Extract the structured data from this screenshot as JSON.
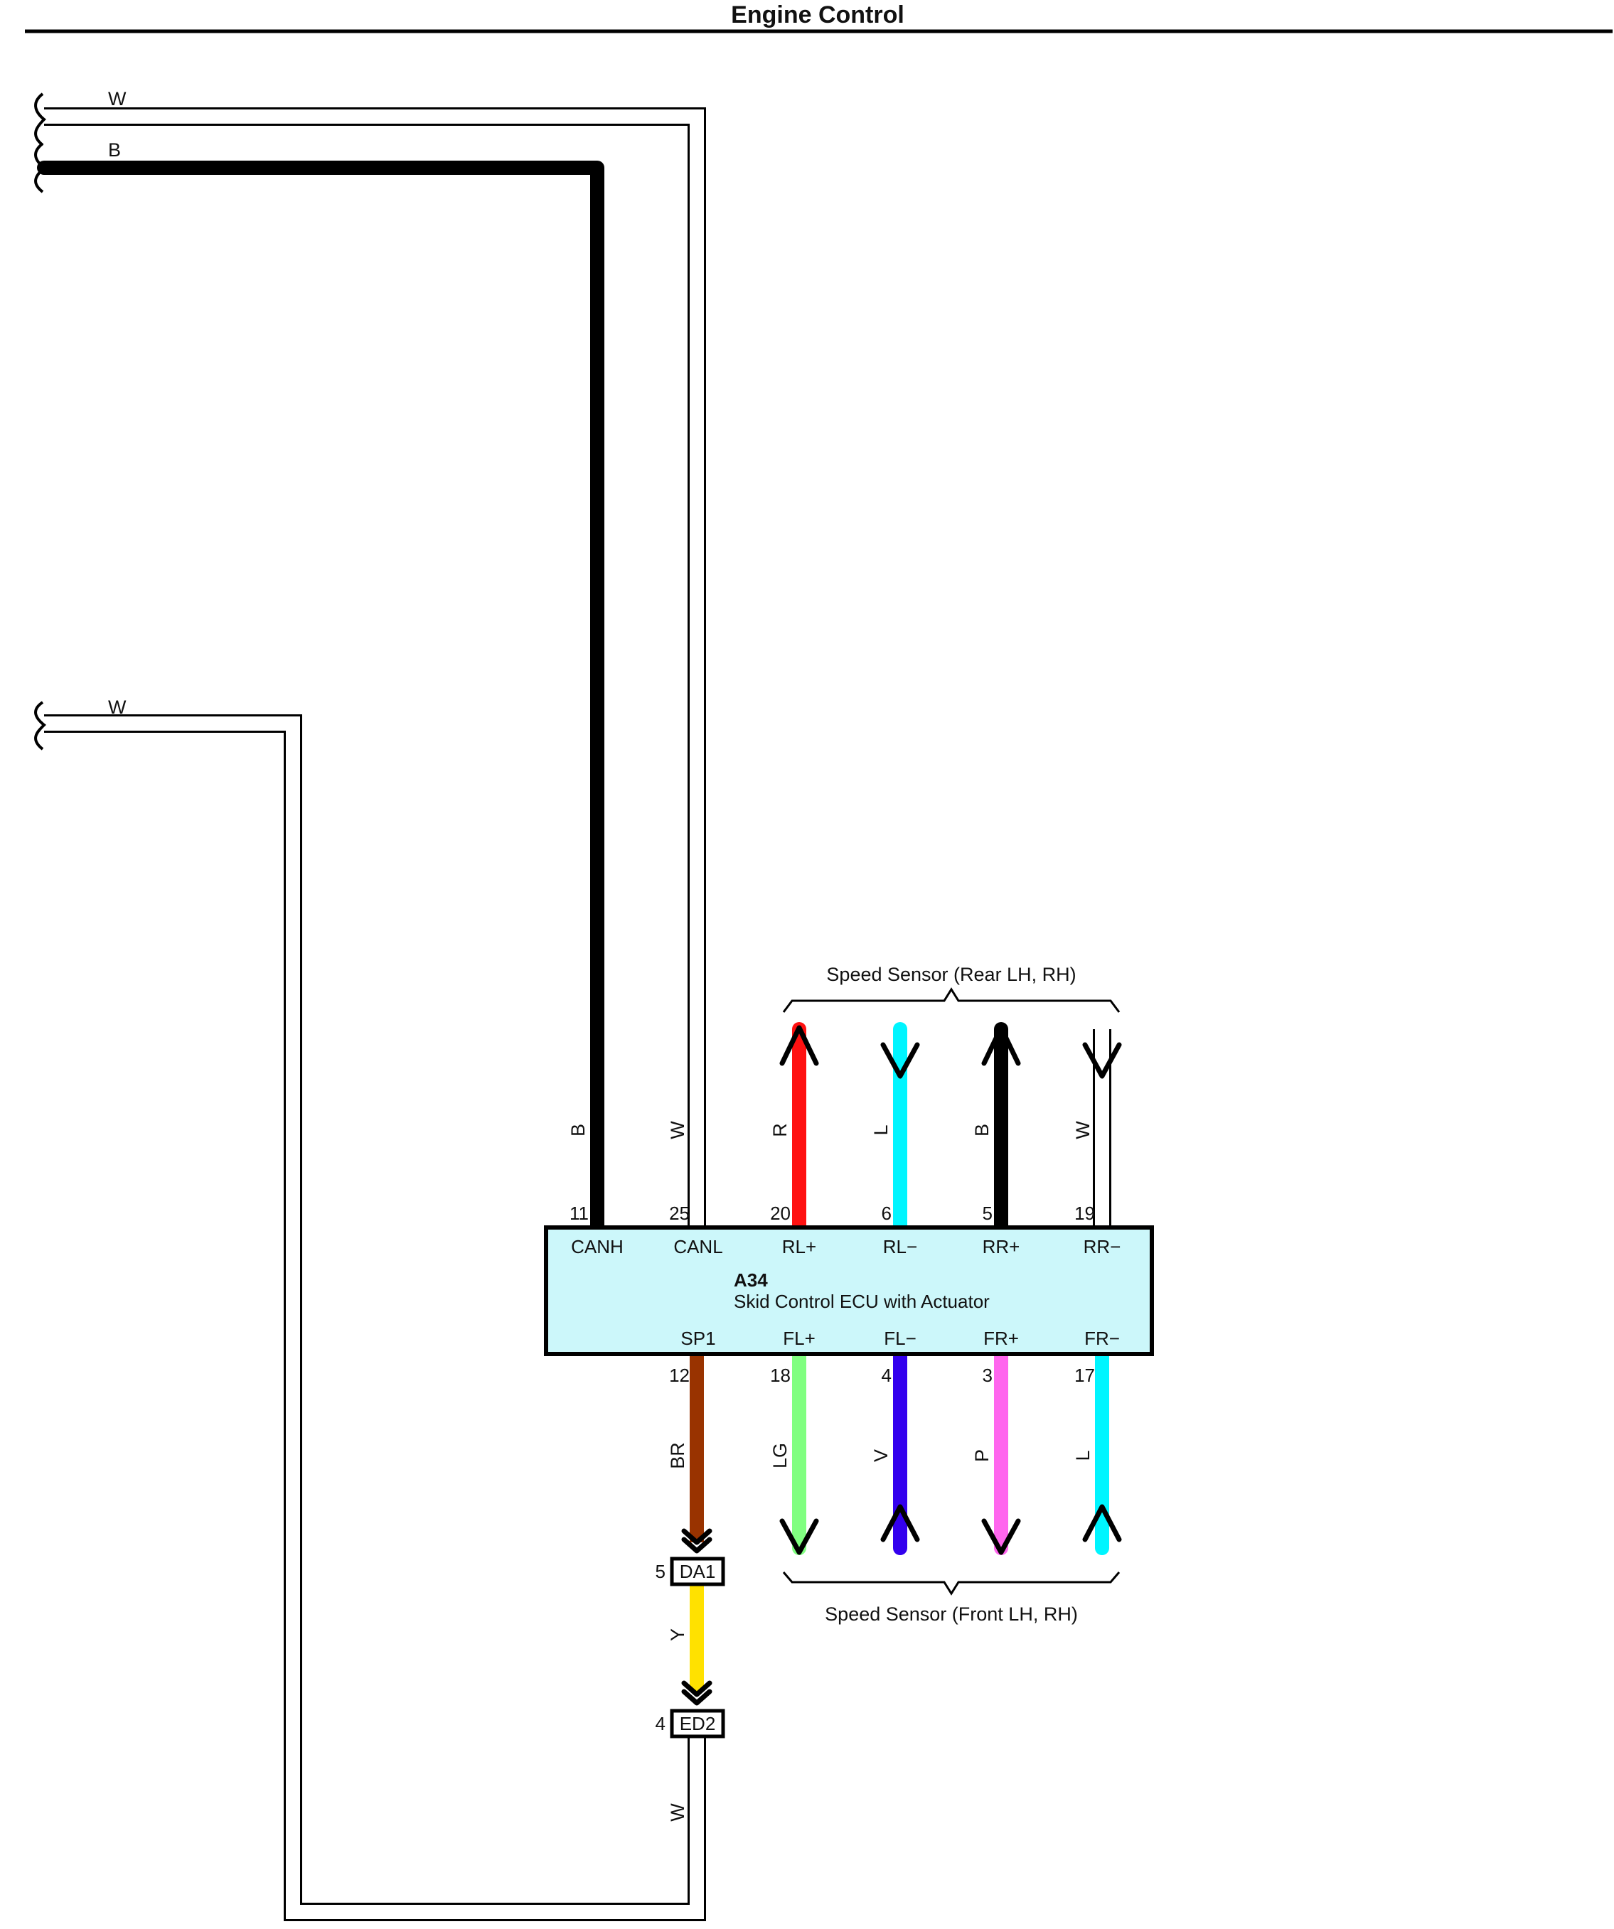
{
  "title": "Engine Control",
  "ecu": {
    "code": "A34",
    "name": "Skid Control ECU with Actuator",
    "fill_color": "#ccf7fa",
    "top_terminals": [
      {
        "pin": "11",
        "name": "CANH",
        "wire": "B"
      },
      {
        "pin": "25",
        "name": "CANL",
        "wire": "W"
      },
      {
        "pin": "20",
        "name": "RL+",
        "wire": "R"
      },
      {
        "pin": "6",
        "name": "RL−",
        "wire": "L"
      },
      {
        "pin": "5",
        "name": "RR+",
        "wire": "B"
      },
      {
        "pin": "19",
        "name": "RR−",
        "wire": "W"
      }
    ],
    "bottom_terminals": [
      {
        "pin": "12",
        "name": "SP1",
        "wire": "BR"
      },
      {
        "pin": "18",
        "name": "FL+",
        "wire": "LG"
      },
      {
        "pin": "4",
        "name": "FL−",
        "wire": "V"
      },
      {
        "pin": "3",
        "name": "FR+",
        "wire": "P"
      },
      {
        "pin": "17",
        "name": "FR−",
        "wire": "L"
      }
    ]
  },
  "left_wires": [
    {
      "label": "W"
    },
    {
      "label": "B"
    },
    {
      "label": "W"
    }
  ],
  "connectors": [
    {
      "pin": "5",
      "name": "DA1"
    },
    {
      "pin": "4",
      "name": "ED2"
    }
  ],
  "lower_wires": {
    "y_label": "Y",
    "w_label": "W"
  },
  "sensors": {
    "rear": "Speed Sensor (Rear LH,  RH)",
    "front": "Speed Sensor (Front LH,  RH)"
  },
  "wire_colors": {
    "B": "#000000",
    "W": "#ffffff",
    "R": "#ff1111",
    "L": "#00f5ff",
    "BR": "#993300",
    "LG": "#80ff80",
    "V": "#3300ee",
    "P": "#ff66ee",
    "Y": "#ffe100"
  }
}
